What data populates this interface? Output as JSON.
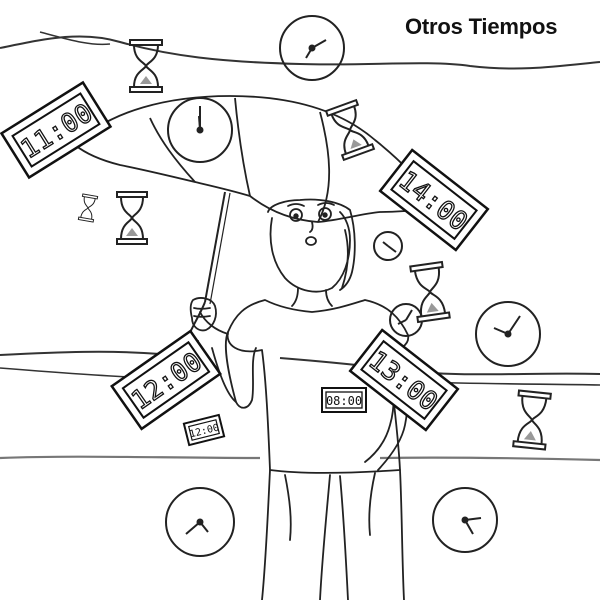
{
  "title": "Otros Tiempos",
  "colors": {
    "ink": "#111111",
    "paper": "#ffffff",
    "line_gray": "#555555",
    "horizon_gray": "#888888"
  },
  "icons": [
    "clock-icon",
    "hourglass-icon",
    "digital-clock-icon",
    "umbrella"
  ],
  "digital_clocks": [
    {
      "name": "digital-clock-1100",
      "text": "11:00"
    },
    {
      "name": "digital-clock-1400",
      "text": "14:00"
    },
    {
      "name": "digital-clock-1200-large",
      "text": "12:00"
    },
    {
      "name": "digital-clock-1300",
      "text": "13:00"
    },
    {
      "name": "digital-clock-0800-shirt",
      "text": "08:00"
    },
    {
      "name": "digital-clock-1200-small",
      "text": "12:00"
    }
  ]
}
